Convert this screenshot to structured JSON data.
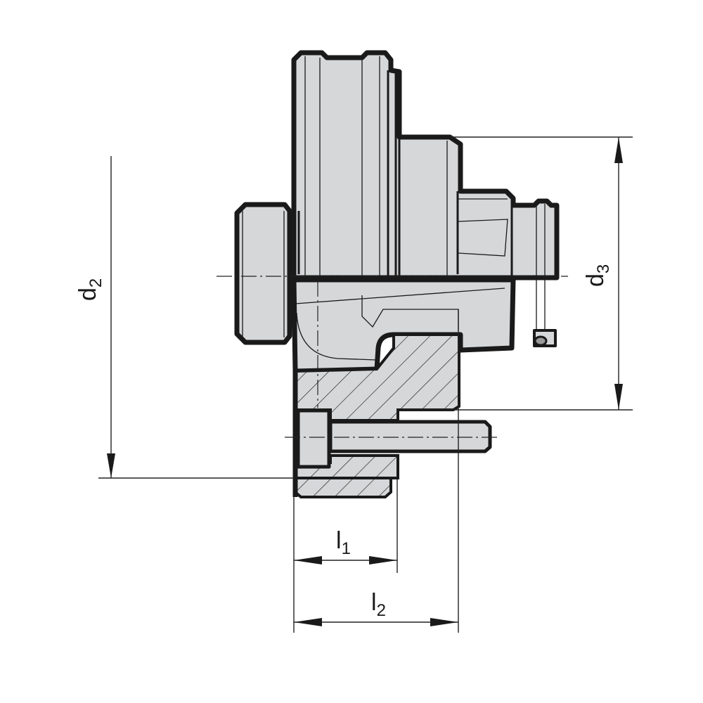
{
  "drawing": {
    "fill_color": "#d5d7d9",
    "line_color": "#1a1a1a",
    "dimensions": [
      {
        "id": "d2",
        "symbol": "d",
        "subscript": "2"
      },
      {
        "id": "d3",
        "symbol": "d",
        "subscript": "3"
      },
      {
        "id": "l1",
        "symbol": "l",
        "subscript": "1"
      },
      {
        "id": "l2",
        "symbol": "l",
        "subscript": "2"
      }
    ]
  }
}
